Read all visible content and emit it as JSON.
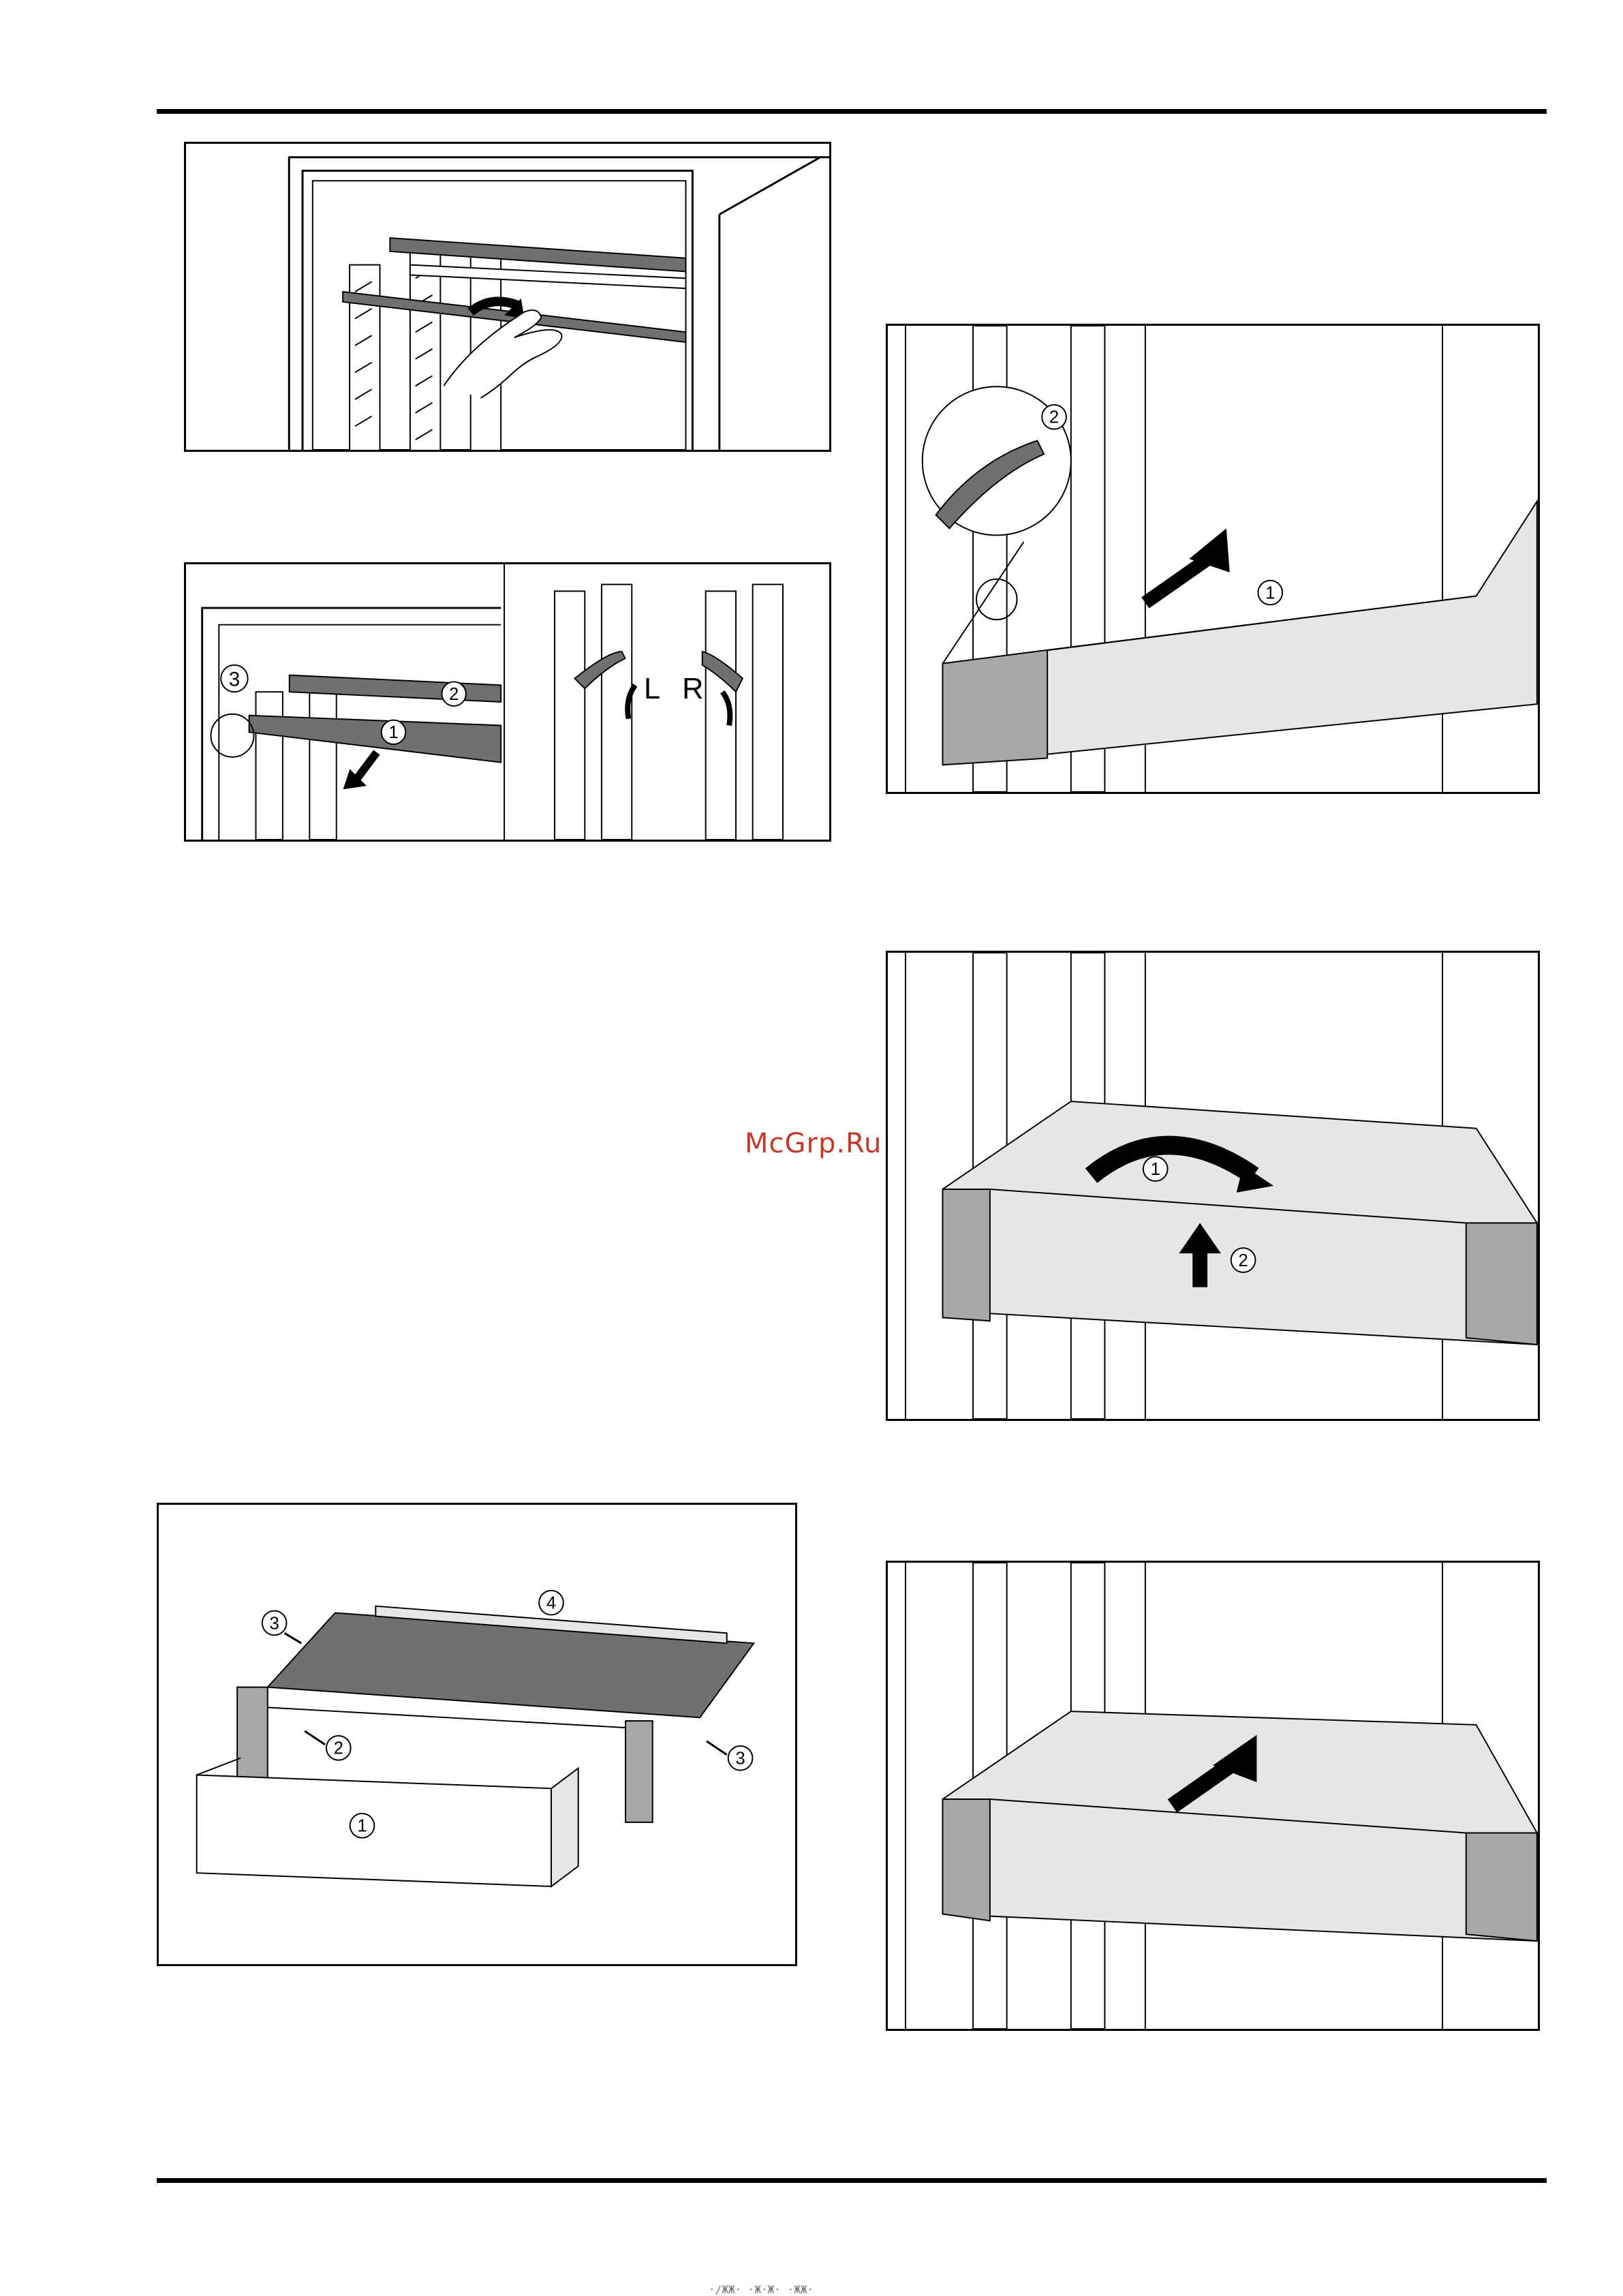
{
  "page": {
    "watermark": "McGrp.Ru",
    "footer_scan_marks": "·/ЖЖ· ·Ж·Ж·  ·ЖЖ·"
  },
  "figures": {
    "fig1": {
      "description_icons": [
        "hand-icon",
        "insert-arrow-icon"
      ]
    },
    "fig2": {
      "callouts": [
        "3",
        "2",
        "1"
      ],
      "side_labels": [
        "L",
        "R"
      ]
    },
    "fig3": {
      "callouts": [
        "3",
        "4",
        "2",
        "1",
        "3"
      ]
    },
    "fig4": {
      "callouts": [
        "2",
        "1"
      ]
    },
    "fig5": {
      "callouts": [
        "1",
        "2"
      ]
    },
    "fig6": {
      "callouts": []
    }
  },
  "colors": {
    "shelf_dark": "#707070",
    "drawer_light": "#e6e6e6",
    "drawer_side": "#a8a8a8",
    "line": "#000000"
  }
}
